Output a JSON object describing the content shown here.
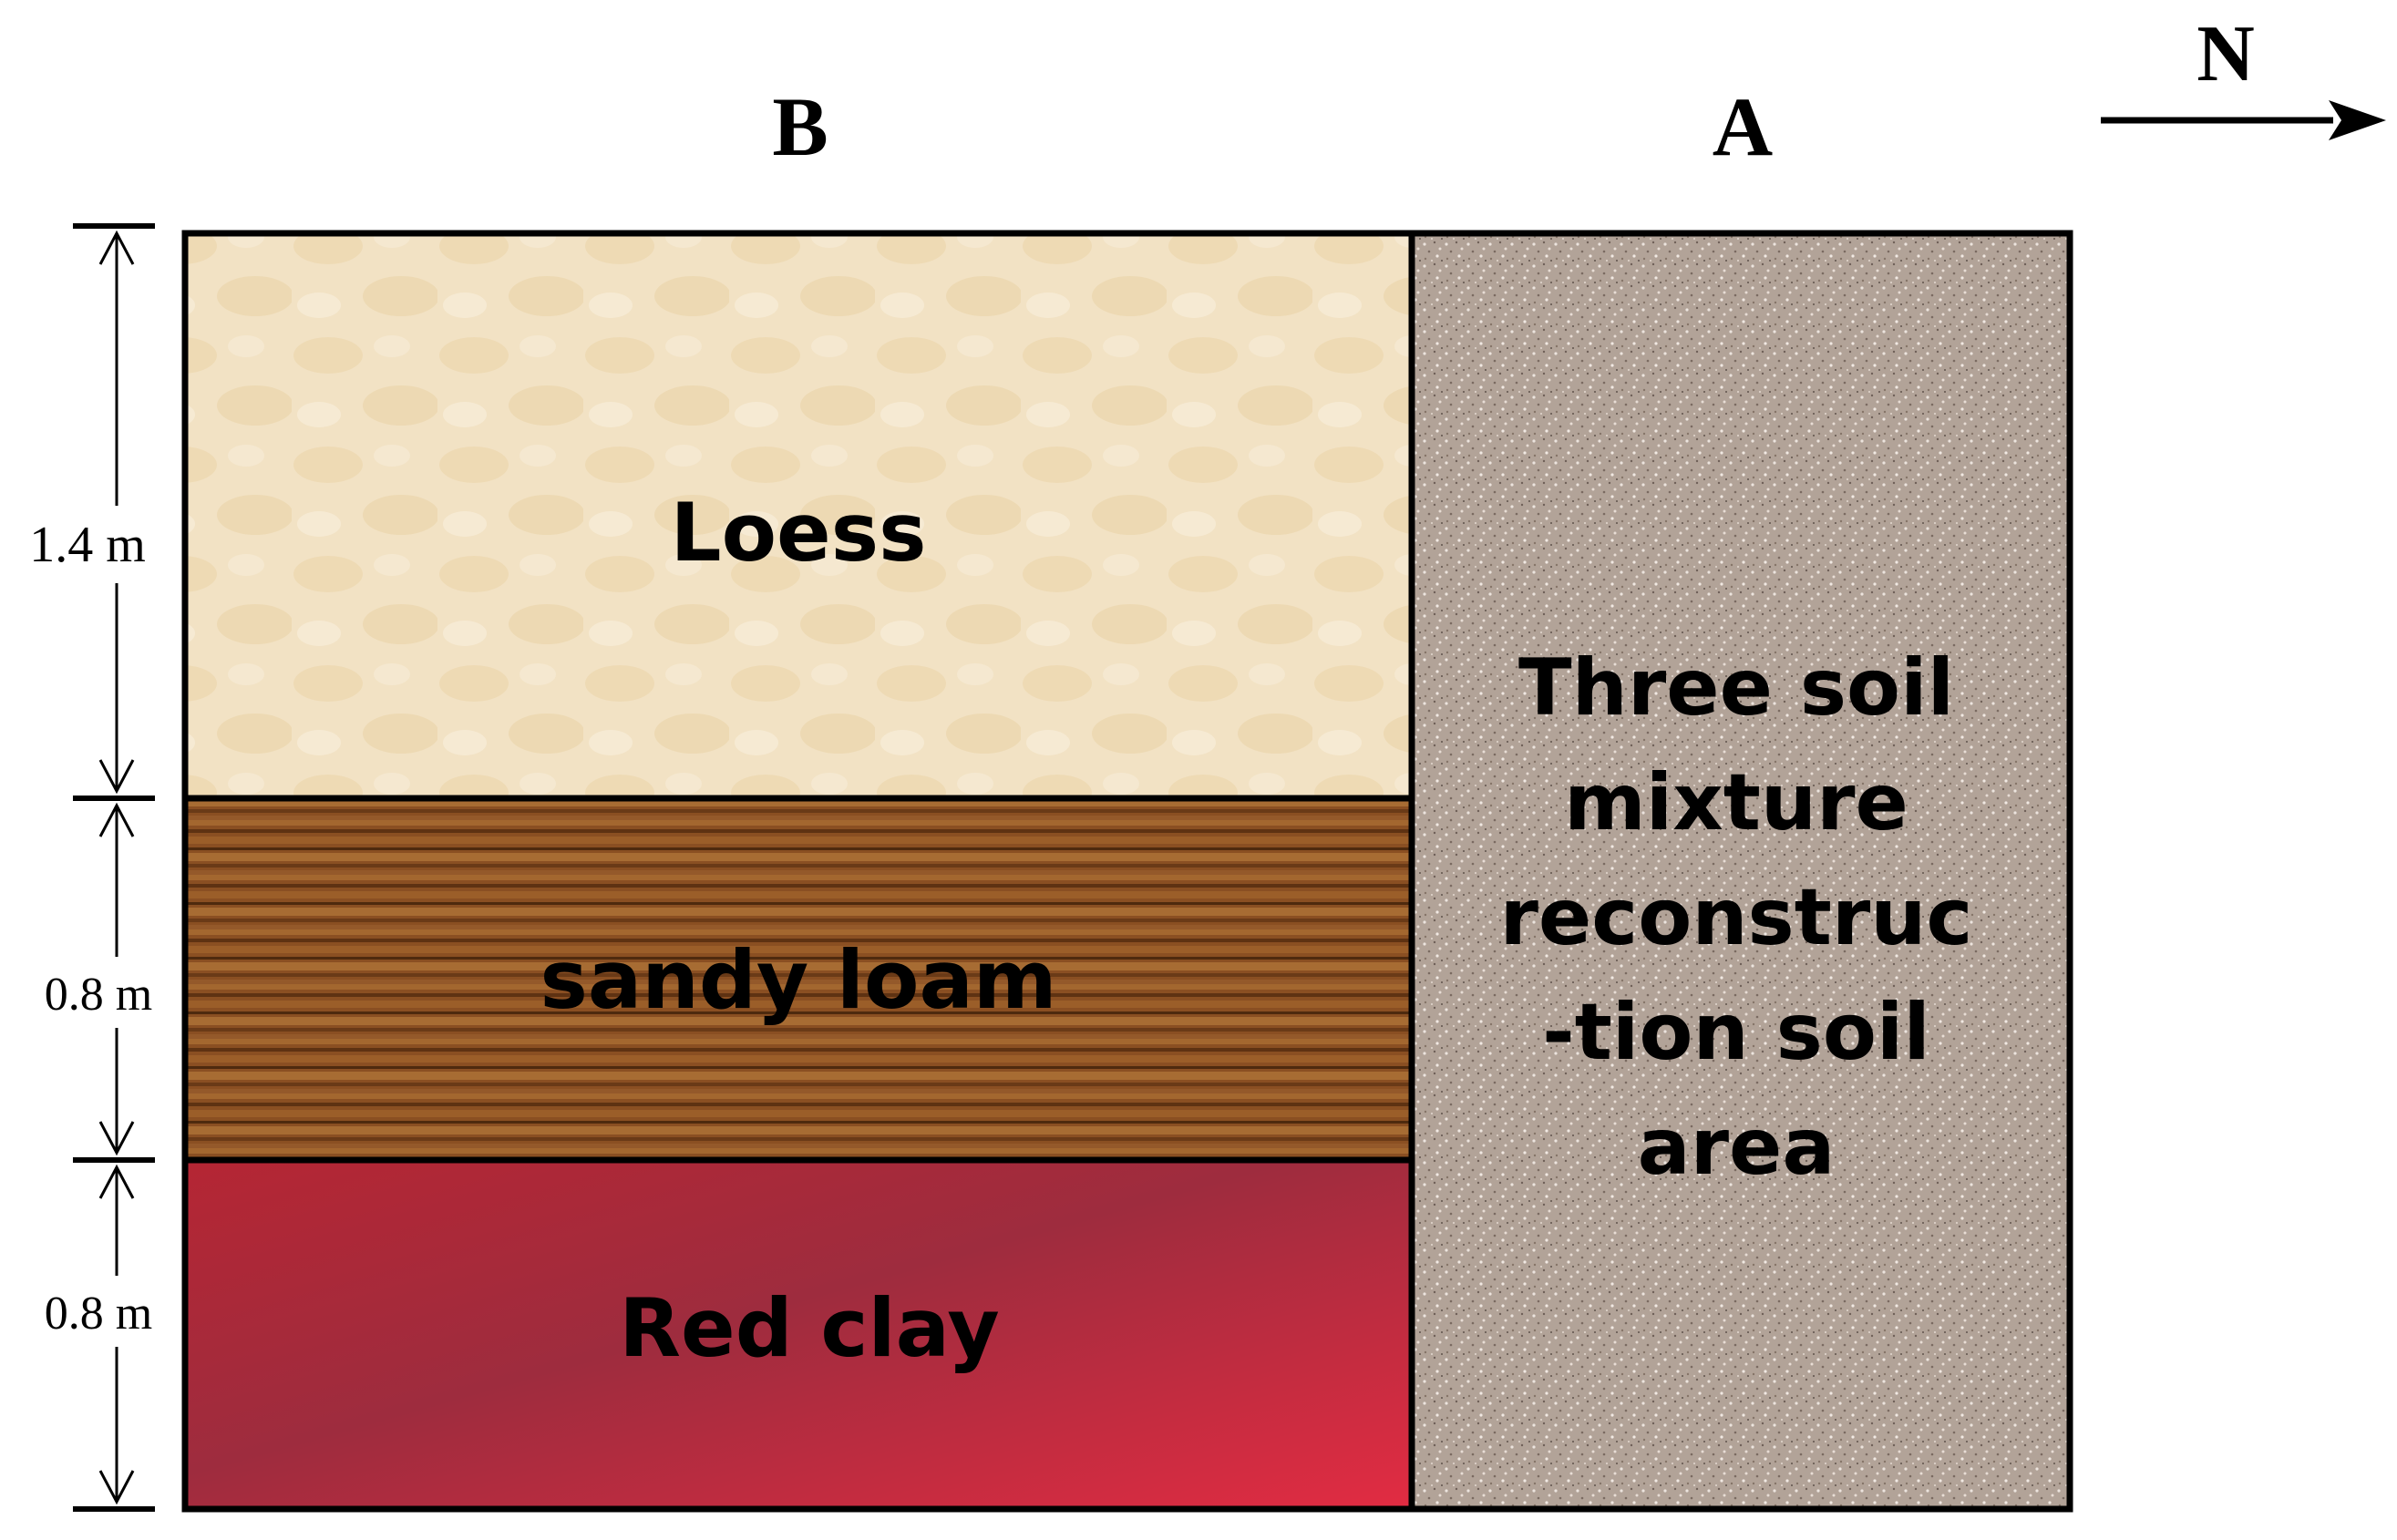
{
  "columns": {
    "b_label": "B",
    "a_label": "A"
  },
  "compass": {
    "label": "N",
    "icon": "arrow-right-icon"
  },
  "layers": {
    "loess": {
      "label": "Loess",
      "color": "#f1e0c0"
    },
    "sandy_loam": {
      "label": "sandy loam",
      "color": "#8a4d1f"
    },
    "red_clay": {
      "label": "Red clay",
      "color": "#c4273b"
    }
  },
  "area_a": {
    "lines": [
      "Three soil",
      "mixture",
      "reconstruc",
      "-tion soil",
      "area"
    ],
    "color": "#b3a49a"
  },
  "dimensions": {
    "loess_depth": "1.4 m",
    "sandy_loam_depth": "0.8 m",
    "red_clay_depth": "0.8 m"
  }
}
